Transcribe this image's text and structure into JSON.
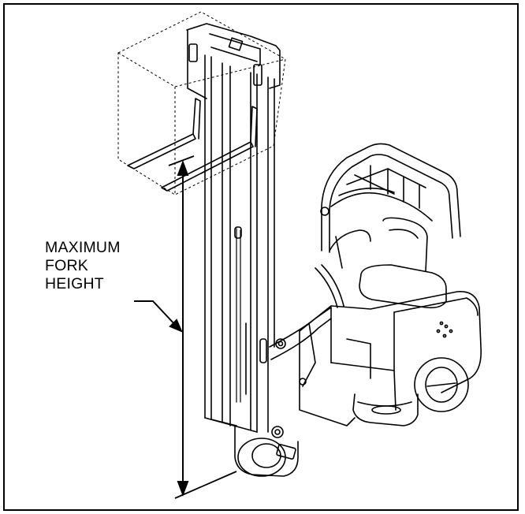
{
  "label": {
    "line1": "MAXIMUM",
    "line2": "FORK",
    "line3": "HEIGHT"
  },
  "colors": {
    "line": "#000000",
    "background": "#ffffff"
  }
}
